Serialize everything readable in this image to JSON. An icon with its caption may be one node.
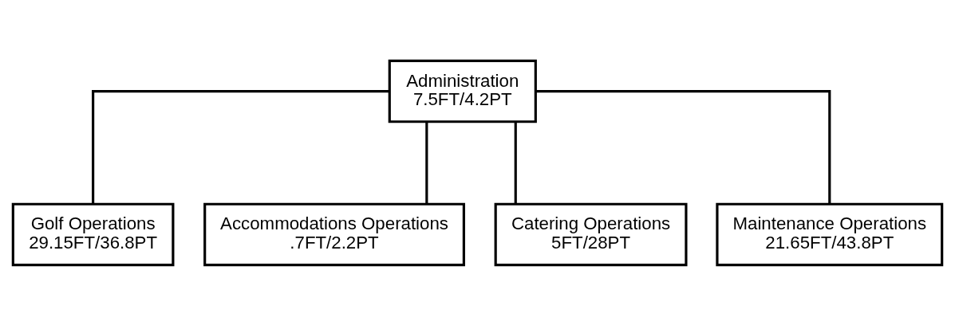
{
  "diagram": {
    "nodes": [
      {
        "text": [
          "Administration",
          "7.5FT/4.2PT"
        ]
      },
      {
        "text": [
          "Golf Operations",
          "29.15FT/36.8PT"
        ]
      },
      {
        "text": [
          "Accommodations Operations",
          ".7FT/2.2PT"
        ]
      },
      {
        "text": [
          "Catering Operations",
          "5FT/28PT"
        ]
      },
      {
        "text": [
          "Maintenance Operations",
          "21.65FT/43.8PT"
        ]
      }
    ],
    "edges": [
      {
        "from": 0,
        "to": 1,
        "arrow": "none"
      },
      {
        "from": 0,
        "to": 2,
        "arrow": "none"
      },
      {
        "from": 0,
        "to": 3,
        "arrow": "none"
      },
      {
        "from": 0,
        "to": 4,
        "arrow": "none"
      }
    ]
  }
}
